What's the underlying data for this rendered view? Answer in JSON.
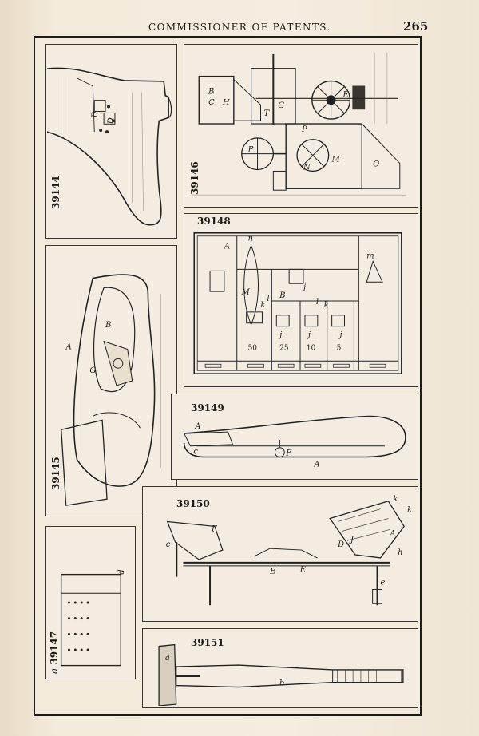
{
  "header": {
    "title": "COMMISSIONER OF PATENTS.",
    "page_number": "265"
  },
  "figures": [
    {
      "id": "fig-39144",
      "number": "39144",
      "labels": [
        "D",
        "D"
      ]
    },
    {
      "id": "fig-39146",
      "number": "39146",
      "labels": [
        "B",
        "C",
        "H",
        "T",
        "P",
        "G",
        "E",
        "P",
        "N",
        "M",
        "O"
      ]
    },
    {
      "id": "fig-39148",
      "number": "39148",
      "labels": [
        "A",
        "n",
        "m",
        "M",
        "B",
        "j",
        "k",
        "l",
        "l",
        "k",
        "j",
        "j",
        "j"
      ],
      "denominations": [
        "50",
        "25",
        "10",
        "5"
      ]
    },
    {
      "id": "fig-39145",
      "number": "39145",
      "labels": [
        "A",
        "B",
        "G"
      ]
    },
    {
      "id": "fig-39149",
      "number": "39149",
      "labels": [
        "A",
        "F",
        "A",
        "c"
      ]
    },
    {
      "id": "fig-39150",
      "number": "39150",
      "labels": [
        "F",
        "c",
        "E",
        "E",
        "D",
        "J",
        "A",
        "k",
        "k",
        "h",
        "e"
      ]
    },
    {
      "id": "fig-39147",
      "number": "39147",
      "prefix": "a",
      "labels": [
        "d"
      ]
    },
    {
      "id": "fig-39151",
      "number": "39151",
      "labels": [
        "a",
        "b"
      ]
    }
  ]
}
